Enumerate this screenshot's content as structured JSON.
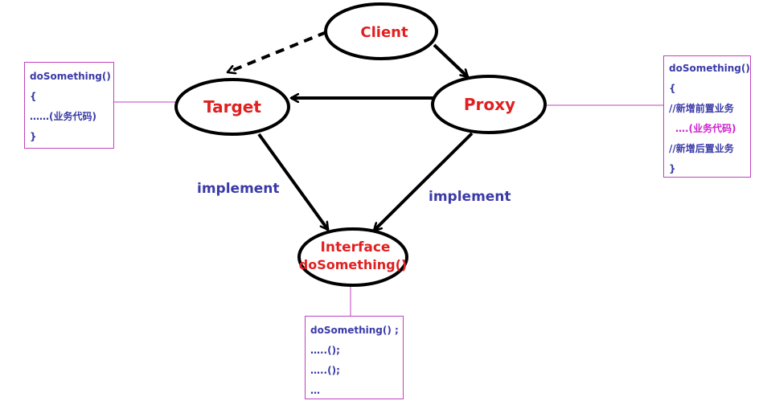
{
  "nodes": {
    "client": {
      "label": "Client"
    },
    "target": {
      "label": "Target"
    },
    "proxy": {
      "label": "Proxy"
    },
    "interface": {
      "label": "Interface",
      "sublabel": "doSomething()"
    }
  },
  "edge_labels": {
    "target_impl": "implement",
    "proxy_impl": "implement"
  },
  "notes": {
    "target": [
      "doSomething()",
      "{",
      "……(业务代码)",
      "}"
    ],
    "proxy": [
      "doSomething()",
      "{",
      "//新增前置业务",
      "….(业务代码)",
      "//新增后置业务",
      "}"
    ],
    "interface": [
      "doSomething() ;",
      "…..();",
      "…..();",
      "…"
    ]
  },
  "colors": {
    "node_text": "#e02020",
    "note_text": "#3a3aa8",
    "note_highlight": "#d020d0",
    "note_border": "#c040c0",
    "edge": "#000000"
  }
}
